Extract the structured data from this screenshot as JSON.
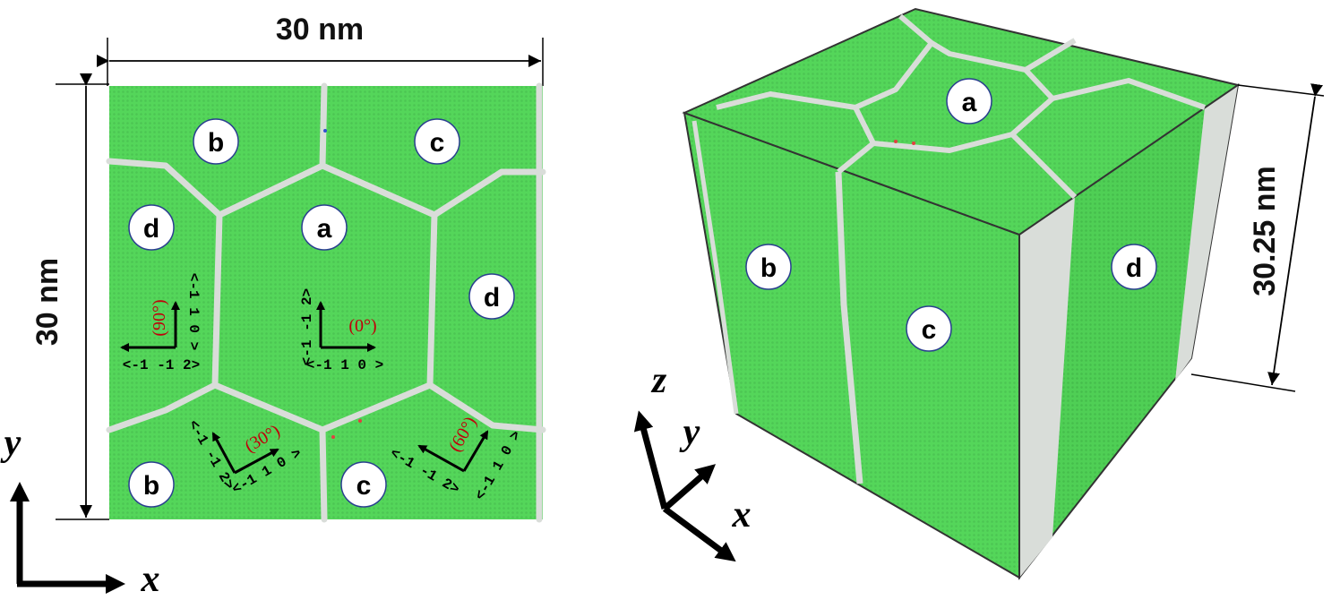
{
  "colors": {
    "grain": "#54d65a",
    "grain_boundary": "#d9ddd9",
    "atom_dot": "#e04040",
    "label_circle_border": "#2a3f8f",
    "angle_text": "#c0000a"
  },
  "top_view": {
    "width_label": "30 nm",
    "height_label": "30 nm",
    "grains": [
      {
        "label": "b",
        "id": "b-top-left"
      },
      {
        "label": "c",
        "id": "c-top-right"
      },
      {
        "label": "d",
        "id": "d-left"
      },
      {
        "label": "a",
        "id": "a-center"
      },
      {
        "label": "d",
        "id": "d-right"
      },
      {
        "label": "b",
        "id": "b-bottom-left"
      },
      {
        "label": "c",
        "id": "c-bottom-right"
      }
    ],
    "orientations": [
      {
        "id": "a",
        "angle": "(0°)",
        "up": "<-1 -1 2>",
        "right": "<-1 1 0 >"
      },
      {
        "id": "d",
        "angle": "(90°)",
        "up": "<-1 1 0 >",
        "left": "<-1 -1 2>"
      },
      {
        "id": "b",
        "angle": "(30°)",
        "arm1": "<-1 -1 2>",
        "arm2": "<-1 1 0 >"
      },
      {
        "id": "c",
        "angle": "(60°)",
        "arm1": "<-1 -1 2>",
        "arm2": "<-1 1 0 >"
      }
    ],
    "axes": {
      "x": "x",
      "y": "y"
    }
  },
  "cube_view": {
    "height_label": "30.25 nm",
    "top_grain": "a",
    "front_grains": [
      "b",
      "c"
    ],
    "side_grain": "d",
    "axes": {
      "x": "x",
      "y": "y",
      "z": "z"
    }
  }
}
